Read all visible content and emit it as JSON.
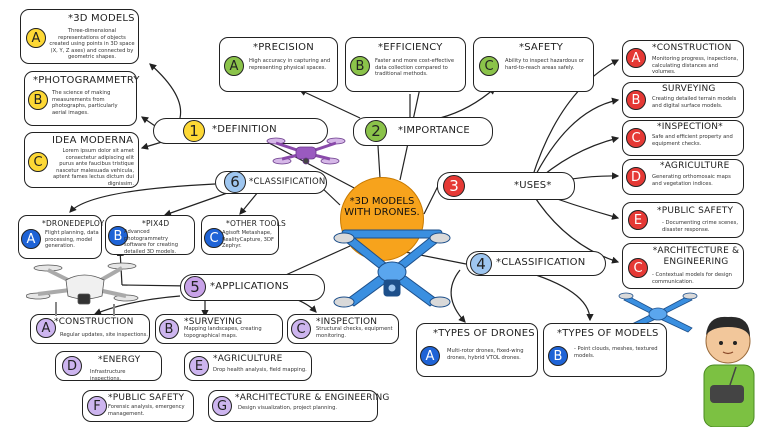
{
  "center": {
    "title": "*3D MODELS WITH DRONES."
  },
  "definition": {
    "number": "1",
    "label": "*DEFINITION",
    "models3d": {
      "letter": "A",
      "title": "*3D MODELS",
      "text": "Three-dimensional representations of objects created using points in 3D space (X, Y, Z axes) and connected by geometric shapes."
    },
    "photogrammetry": {
      "letter": "B",
      "title": "*PHOTOGRAMMETRY",
      "text": "The science of making measurements from photographs, particularly aerial images."
    },
    "idea": {
      "letter": "C",
      "title": "IDEA MODERNA",
      "text": "Lorem ipsum dolor sit amet consectetur adipiscing elit purus ante faucibus tristique nascetur malesuada vehicula, aptent fames lectus dictum dui dignissim."
    }
  },
  "importance": {
    "number": "2",
    "label": "*IMPORTANCE",
    "precision": {
      "letter": "A",
      "title": "*PRECISION",
      "text": "High accuracy in capturing and representing physical spaces."
    },
    "efficiency": {
      "letter": "B",
      "title": "*EFFICIENCY",
      "text": "Faster and more cost-effective data collection compared to traditional methods."
    },
    "safety": {
      "letter": "C",
      "title": "*SAFETY",
      "text": "Ability to inspect hazardous or hard-to-reach areas safely."
    }
  },
  "uses": {
    "number": "3",
    "label": "*USES*",
    "items": [
      {
        "letter": "A",
        "title": "*CONSTRUCTION",
        "text": "Monitoring progress, inspections, calculating distances and volumes."
      },
      {
        "letter": "B",
        "title": "SURVEYING",
        "text": "Creating detailed terrain models and digital surface models."
      },
      {
        "letter": "C",
        "title": "*INSPECTION*",
        "text": "Safe and efficient property and equipment checks."
      },
      {
        "letter": "D",
        "title": "*AGRICULTURE",
        "text": "Generating orthomosaic maps and vegetation indices."
      },
      {
        "letter": "E",
        "title": "*PUBLIC SAFETY",
        "text": "- Documenting crime scenes, disaster response."
      },
      {
        "letter": "C",
        "title": "*ARCHITECTURE & ENGINEERING",
        "text": "- Contextual models for design communication."
      }
    ]
  },
  "classification4": {
    "number": "4",
    "label": "*CLASSIFICATION",
    "drones": {
      "letter": "A",
      "title": "*TYPES OF DRONES",
      "text": "Multi-rotor drones, fixed-wing drones, hybrid VTOL drones."
    },
    "models": {
      "letter": "B",
      "title": "*TYPES OF MODELS",
      "text": "- Point clouds, meshes, textured models."
    }
  },
  "applications": {
    "number": "5",
    "label": "*APPLICATIONS",
    "items": [
      {
        "letter": "A",
        "title": "*CONSTRUCTION",
        "text": "Regular updates, site inspections."
      },
      {
        "letter": "B",
        "title": "*SURVEYING",
        "text": "Mapping landscapes, creating topographical maps."
      },
      {
        "letter": "C",
        "title": "*INSPECTION",
        "text": "Structural checks, equipment monitoring."
      },
      {
        "letter": "D",
        "title": "*ENERGY",
        "text": "Infrastructure inspections."
      },
      {
        "letter": "E",
        "title": "*AGRICULTURE",
        "text": "Drop health analysis, field mapping."
      },
      {
        "letter": "F",
        "title": "*PUBLIC SAFETY",
        "text": "Forensic analysis, emergency management."
      },
      {
        "letter": "G",
        "title": "*ARCHITECTURE & ENGINEERING",
        "text": "Design visualization, project planning."
      }
    ]
  },
  "classification6": {
    "number": "6",
    "label": "*CLASSIFICATION",
    "dronedeploy": {
      "letter": "A",
      "title": "*DRONEDEPLOY",
      "text": "Flight planning, data processing, model generation."
    },
    "pix4d": {
      "letter": "B",
      "title": "*PIX4D",
      "text": "Advanced photogrammetry software for creating detailed 3D models."
    },
    "other": {
      "letter": "C",
      "title": "*OTHER TOOLS",
      "text": "Agisoft Metashape, RealityCapture, 3DF Zephyr."
    }
  },
  "colors": {
    "center": "#f7a31c",
    "red": "#e53935",
    "green": "#8bc34a",
    "yellow": "#fdd835",
    "purple": "#c8a2e8",
    "blue": "#1e63d6",
    "lightblue": "#9ec6f0",
    "droneBlue": "#3a8fe0"
  },
  "icons": [
    "purple-drone-icon",
    "white-drone-icon",
    "blue-drone-icon",
    "person-with-controller-icon"
  ]
}
